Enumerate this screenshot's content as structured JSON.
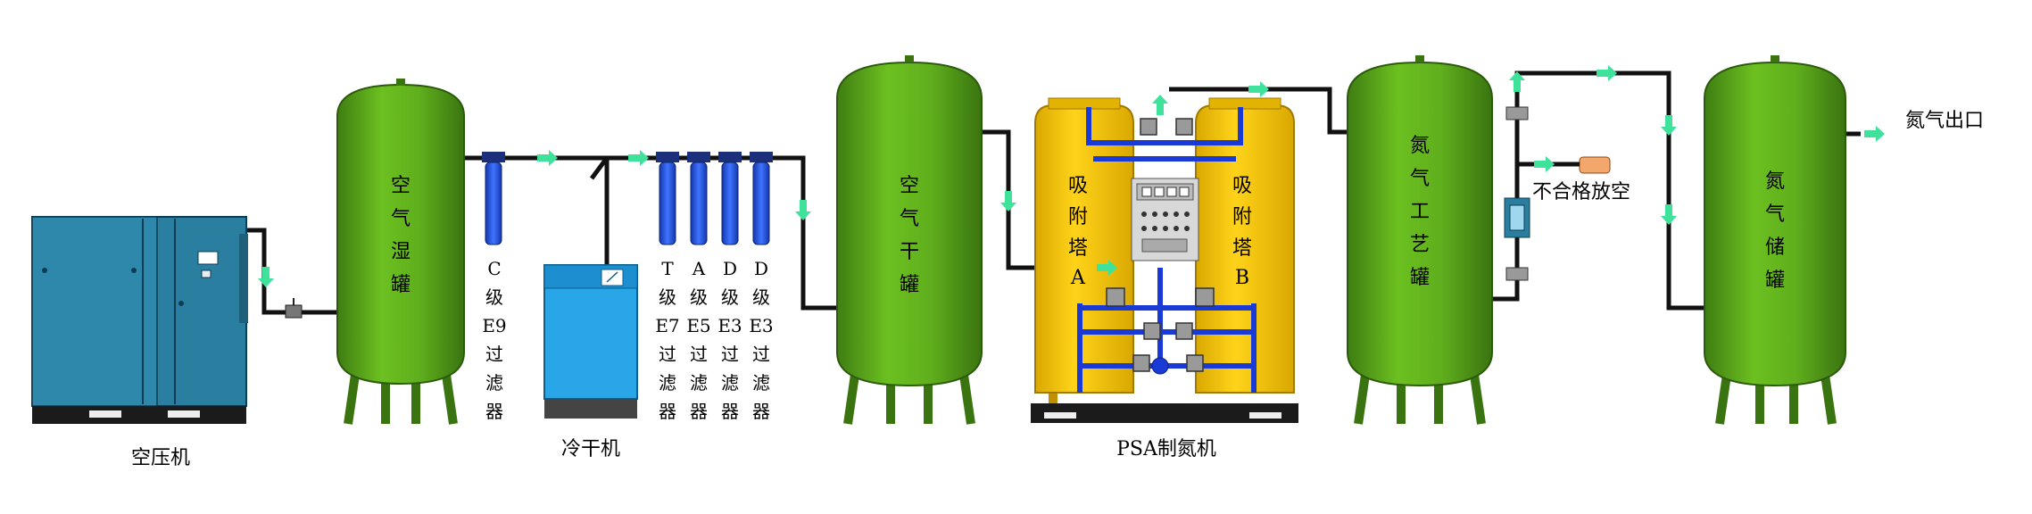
{
  "labels": {
    "compressor": "空压机",
    "air_wet_tank": "空气湿罐",
    "filter_c": "C级E9过滤器",
    "dryer": "冷干机",
    "filter_t": "T级E7过滤器",
    "filter_a": "A级E5过滤器",
    "filter_d1": "D级E3过滤器",
    "filter_d2": "D级E3过滤器",
    "air_dry_tank": "空气干罐",
    "tower_a": "吸附塔A",
    "tower_b": "吸附塔B",
    "psa": "PSA制氮机",
    "n2_process_tank": "氮气工艺罐",
    "reject_vent": "不合格放空",
    "n2_storage_tank": "氮气储罐",
    "n2_outlet": "氮气出口"
  },
  "colors": {
    "tank_green": "#5fae1d",
    "tank_green_dark": "#3f7d12",
    "compressor_blue": "#2a7fa0",
    "dryer_blue": "#29a6e8",
    "filter_blue": "#1f4fd8",
    "tower_yellow": "#f3c40a",
    "pipe_black": "#111111",
    "pipe_blue": "#1a3ad6",
    "flow_arrow": "#3fe29a"
  }
}
